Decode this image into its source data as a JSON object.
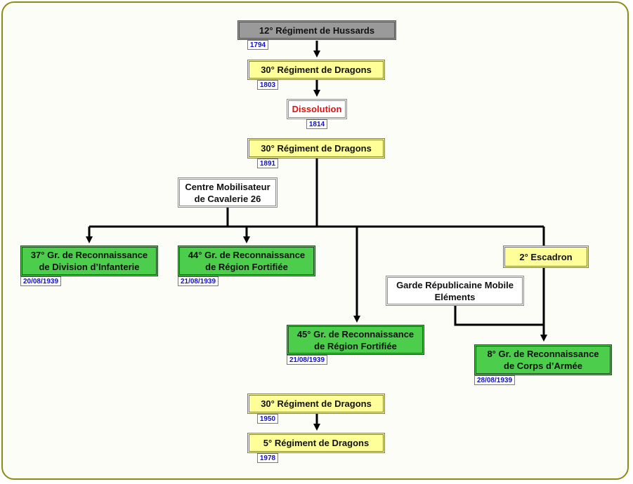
{
  "diagram": {
    "nodes": {
      "hussards_12": {
        "label": "12° Régiment de Hussards",
        "date": "1794"
      },
      "dragons_30_a": {
        "label": "30° Régiment de Dragons",
        "date": "1803"
      },
      "dissolution": {
        "label": "Dissolution",
        "date": "1814"
      },
      "dragons_30_b": {
        "label": "30° Régiment de Dragons",
        "date": "1891"
      },
      "cm_cavalerie_26": {
        "label": "Centre Mobilisateur\nde Cavalerie 26"
      },
      "gr_37": {
        "label": "37° Gr. de Reconnaissance\nde Division d’Infanterie",
        "date": "20/08/1939"
      },
      "gr_44": {
        "label": "44° Gr. de Reconnaissance\nde Région Fortifiée",
        "date": "21/08/1939"
      },
      "escadron_2": {
        "label": "2° Escadron"
      },
      "garde_republicaine": {
        "label": "Garde Républicaine Mobile\nEléments"
      },
      "gr_45": {
        "label": "45° Gr. de Reconnaissance\nde Région Fortifiée",
        "date": "21/08/1939"
      },
      "gr_8": {
        "label": "8° Gr. de Reconnaissance\nde Corps d’Armée",
        "date": "28/08/1939"
      },
      "dragons_30_c": {
        "label": "30° Régiment de Dragons",
        "date": "1950"
      },
      "dragons_5": {
        "label": "5° Régiment de Dragons",
        "date": "1978"
      }
    },
    "colors": {
      "frame_border": "#8c8c14",
      "regiment_fill": "#ffff99",
      "group_fill": "#4ccd4c",
      "origin_fill": "#9a9a9a",
      "dissolution_text": "#e01010",
      "date_text": "#1010c8",
      "connector": "#000000"
    }
  }
}
